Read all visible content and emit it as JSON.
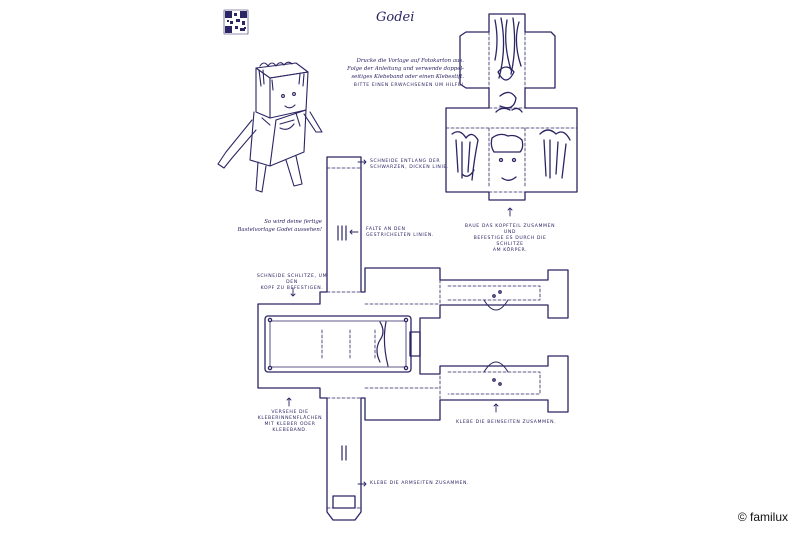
{
  "title": "Godei",
  "intro": {
    "line1": "Drucke die Vorlage auf Fotokarton aus.",
    "line2": "Folge der Anleitung und verwende doppel-",
    "line3": "seitiges Klebeband oder einen Klebestift.",
    "notice": "BITTE EINEN ERWACHSENEN UM HILFE!"
  },
  "preview_caption": {
    "line1": "So wird deine fertige",
    "line2": "Bastelvorlage Godei aussehen!"
  },
  "instructions": {
    "cut": [
      "SCHNEIDE ENTLANG DER",
      "SCHWARZEN, DICKEN LINIE."
    ],
    "fold": [
      "FALTE AN DEN",
      "GESTRICHELTEN LINIEN."
    ],
    "head": [
      "BAUE DAS KOPFTEIL ZUSAMMEN UND",
      "BEFESTIGE ES DURCH DIE SCHLITZE",
      "AM KÖRPER."
    ],
    "slits": [
      "SCHNEIDE SCHLITZE, UM DEN",
      "KOPF ZU BEFESTIGEN."
    ],
    "glue_surfaces": [
      "VERSEHE DIE",
      "KLEBERINNENFLÄCHEN",
      "MIT KLEBER ODER KLEBEBAND."
    ],
    "legs": "KLEBE DIE BEINSEITEN ZUSAMMEN.",
    "arms": "KLEBE DIE ARMSEITEN ZUSAMMEN."
  },
  "copyright": "© familux",
  "colors": {
    "ink": "#2b2563",
    "paper": "#ffffff"
  },
  "icons": [
    "qr-code-icon",
    "arrow-icon",
    "scissors-marks-icon"
  ]
}
